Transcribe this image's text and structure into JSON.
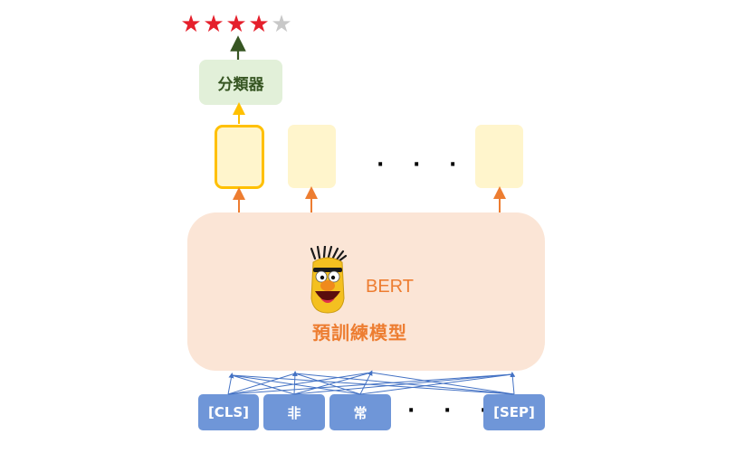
{
  "rating": {
    "stars": [
      "★",
      "★",
      "★",
      "★",
      "★"
    ],
    "value": 4,
    "max": 5,
    "filled_color": "#e5202c",
    "empty_color": "#c8c8c8"
  },
  "classifier": {
    "label": "分類器",
    "color": "#e2f0d9"
  },
  "embeddings": {
    "ellipsis": "· · ·"
  },
  "model": {
    "name": "BERT",
    "label": "預訓練模型",
    "color": "#fbe5d6",
    "icon": "bert-face-icon"
  },
  "tokens": {
    "items": [
      "[CLS]",
      "非",
      "常",
      "[SEP]"
    ],
    "ellipsis": "· · ·",
    "color": "#6f96d8"
  },
  "colors": {
    "output_arrow": "#375623",
    "cls_arrow": "#ffc000",
    "embedding_arrow": "#ed7d31",
    "input_arrow": "#4472c4"
  }
}
